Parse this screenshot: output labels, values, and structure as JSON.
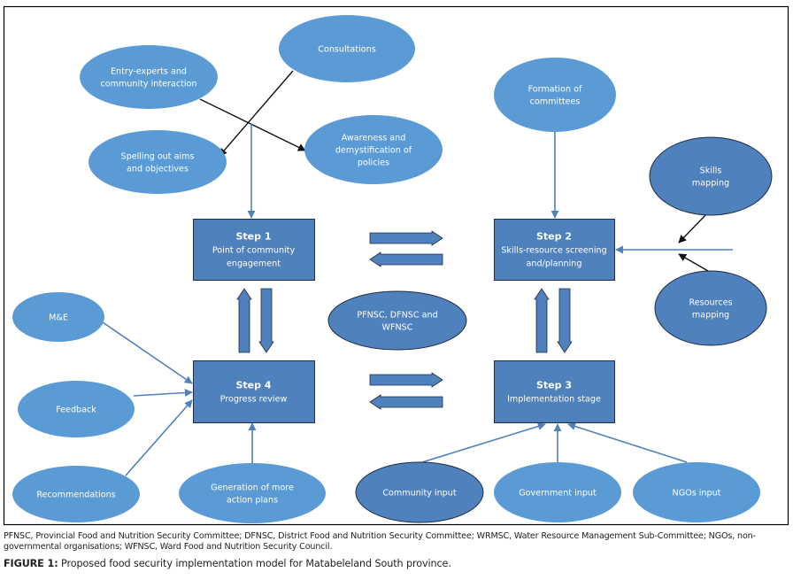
{
  "colors": {
    "ellipse_light": "#5b9bd5",
    "ellipse_dark": "#4f81bd",
    "step_box": "#4f81bd",
    "connector_blue": "#4f81bd",
    "connector_black": "#111111",
    "outline_dark": "#1f2d44",
    "frame": "#000000"
  },
  "steps": [
    {
      "id": "step1",
      "title": "Step 1",
      "lines": [
        "Point of community",
        "engagement"
      ]
    },
    {
      "id": "step2",
      "title": "Step 2",
      "lines": [
        "Skills-resource screening",
        "and/planning"
      ]
    },
    {
      "id": "step3",
      "title": "Step 3",
      "lines": [
        "Implementation stage"
      ]
    },
    {
      "id": "step4",
      "title": "Step 4",
      "lines": [
        "Progress review"
      ]
    }
  ],
  "ellipses": [
    {
      "id": "consultations",
      "lines": [
        "Consultations"
      ],
      "style": "light"
    },
    {
      "id": "entry-experts",
      "lines": [
        "Entry-experts and",
        "community interaction"
      ],
      "style": "light"
    },
    {
      "id": "spelling-out",
      "lines": [
        "Spelling out aims",
        "and objectives"
      ],
      "style": "light"
    },
    {
      "id": "awareness",
      "lines": [
        "Awareness and",
        "demystification of",
        "policies"
      ],
      "style": "light"
    },
    {
      "id": "formation",
      "lines": [
        "Formation of",
        "committees"
      ],
      "style": "light"
    },
    {
      "id": "skills-mapping",
      "lines": [
        "Skills",
        "mapping"
      ],
      "style": "dark"
    },
    {
      "id": "resources-mapping",
      "lines": [
        "Resources",
        "mapping"
      ],
      "style": "dark"
    },
    {
      "id": "committees-center",
      "lines": [
        "PFNSC, DFNSC and",
        "WFNSC"
      ],
      "style": "dark"
    },
    {
      "id": "me",
      "lines": [
        "M&E"
      ],
      "style": "light"
    },
    {
      "id": "feedback",
      "lines": [
        "Feedback"
      ],
      "style": "light"
    },
    {
      "id": "recommendations",
      "lines": [
        "Recommendations"
      ],
      "style": "light"
    },
    {
      "id": "generation",
      "lines": [
        "Generation of more",
        "action plans"
      ],
      "style": "light"
    },
    {
      "id": "community-input",
      "lines": [
        "Community input"
      ],
      "style": "dark"
    },
    {
      "id": "government-input",
      "lines": [
        "Government input"
      ],
      "style": "light"
    },
    {
      "id": "ngos-input",
      "lines": [
        "NGOs input"
      ],
      "style": "light"
    }
  ],
  "connections": [
    {
      "from": "entry-experts",
      "to": "awareness",
      "color": "black"
    },
    {
      "from": "consultations",
      "to": "spelling-out",
      "color": "black"
    },
    {
      "from": "top-cluster",
      "to": "step1",
      "color": "blue"
    },
    {
      "from": "formation",
      "to": "step2",
      "color": "blue"
    },
    {
      "from": "skills-mapping",
      "to": "step2-input-line",
      "color": "black"
    },
    {
      "from": "resources-mapping",
      "to": "step2-input-line",
      "color": "black"
    },
    {
      "from": "me",
      "to": "step4",
      "color": "blue"
    },
    {
      "from": "feedback",
      "to": "step4",
      "color": "blue"
    },
    {
      "from": "recommendations",
      "to": "step4",
      "color": "blue"
    },
    {
      "from": "generation",
      "to": "step4",
      "color": "blue"
    },
    {
      "from": "community-input",
      "to": "step3",
      "color": "blue"
    },
    {
      "from": "government-input",
      "to": "step3",
      "color": "blue"
    },
    {
      "from": "ngos-input",
      "to": "step3",
      "color": "blue"
    },
    {
      "from": "step1",
      "to": "step2",
      "type": "block-pair"
    },
    {
      "from": "step4",
      "to": "step3",
      "type": "block-pair"
    },
    {
      "from": "step1",
      "to": "step4",
      "type": "block-pair"
    },
    {
      "from": "step2",
      "to": "step3",
      "type": "block-pair"
    }
  ],
  "footnote": {
    "abbreviations": "PFNSC, Provincial Food and Nutrition Security Committee; DFNSC, District Food and Nutrition Security Committee; WRMSC, Water Resource Management Sub-Committee; NGOs, non-governmental organisations;  WFNSC, Ward Food and Nutrition Security Council.",
    "caption_label": "FIGURE 1:",
    "caption_text": " Proposed food security implementation model for Matabeleland South province."
  }
}
